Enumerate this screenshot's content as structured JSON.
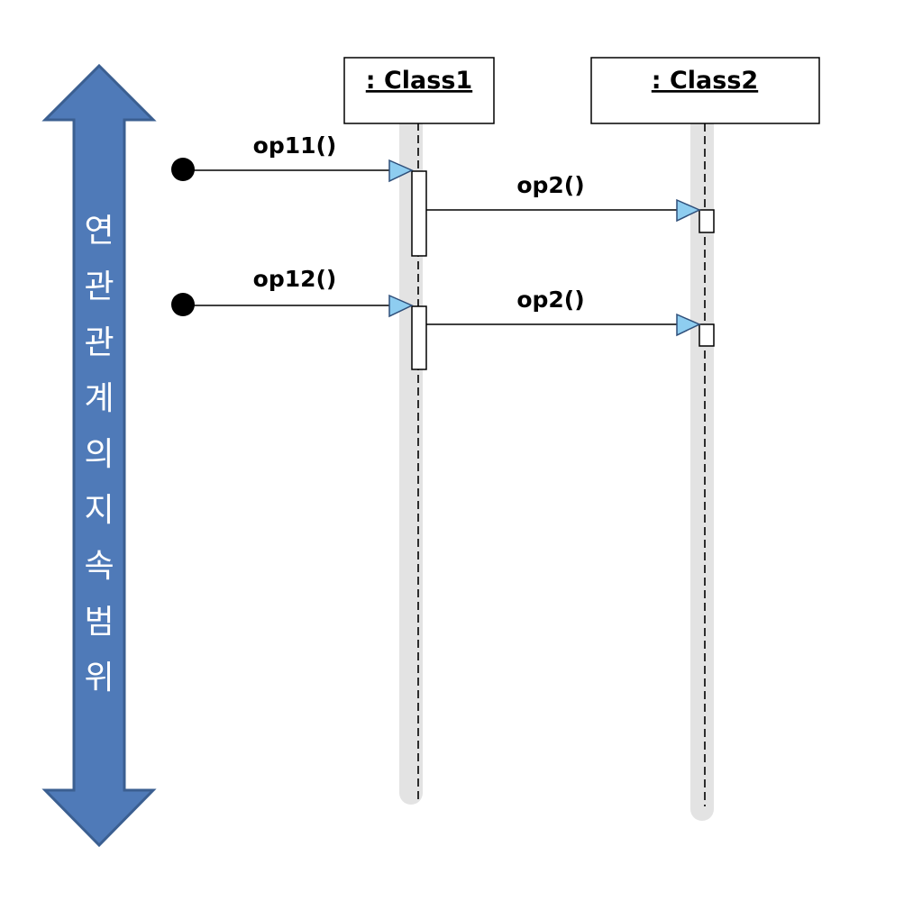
{
  "diagram": {
    "type": "sequence",
    "colors": {
      "span_arrow_fill": "#4f7ab8",
      "span_arrow_stroke": "#3b5f91",
      "lifeline_band": "#e3e3e3",
      "arrowhead_fill": "#8ecdf0",
      "line": "#000000"
    },
    "span_label": [
      "연",
      "관",
      "관",
      "계",
      "의",
      "지",
      "속",
      "범",
      "위"
    ],
    "lifelines": [
      {
        "id": "class1",
        "label": ": Class1"
      },
      {
        "id": "class2",
        "label": ": Class2"
      }
    ],
    "messages": [
      {
        "id": "op11",
        "from": "found",
        "to": "class1",
        "label": "op11()"
      },
      {
        "id": "op2-a",
        "from": "class1",
        "to": "class2",
        "label": "op2()"
      },
      {
        "id": "op12",
        "from": "found",
        "to": "class1",
        "label": "op12()"
      },
      {
        "id": "op2-b",
        "from": "class1",
        "to": "class2",
        "label": "op2()"
      }
    ]
  }
}
